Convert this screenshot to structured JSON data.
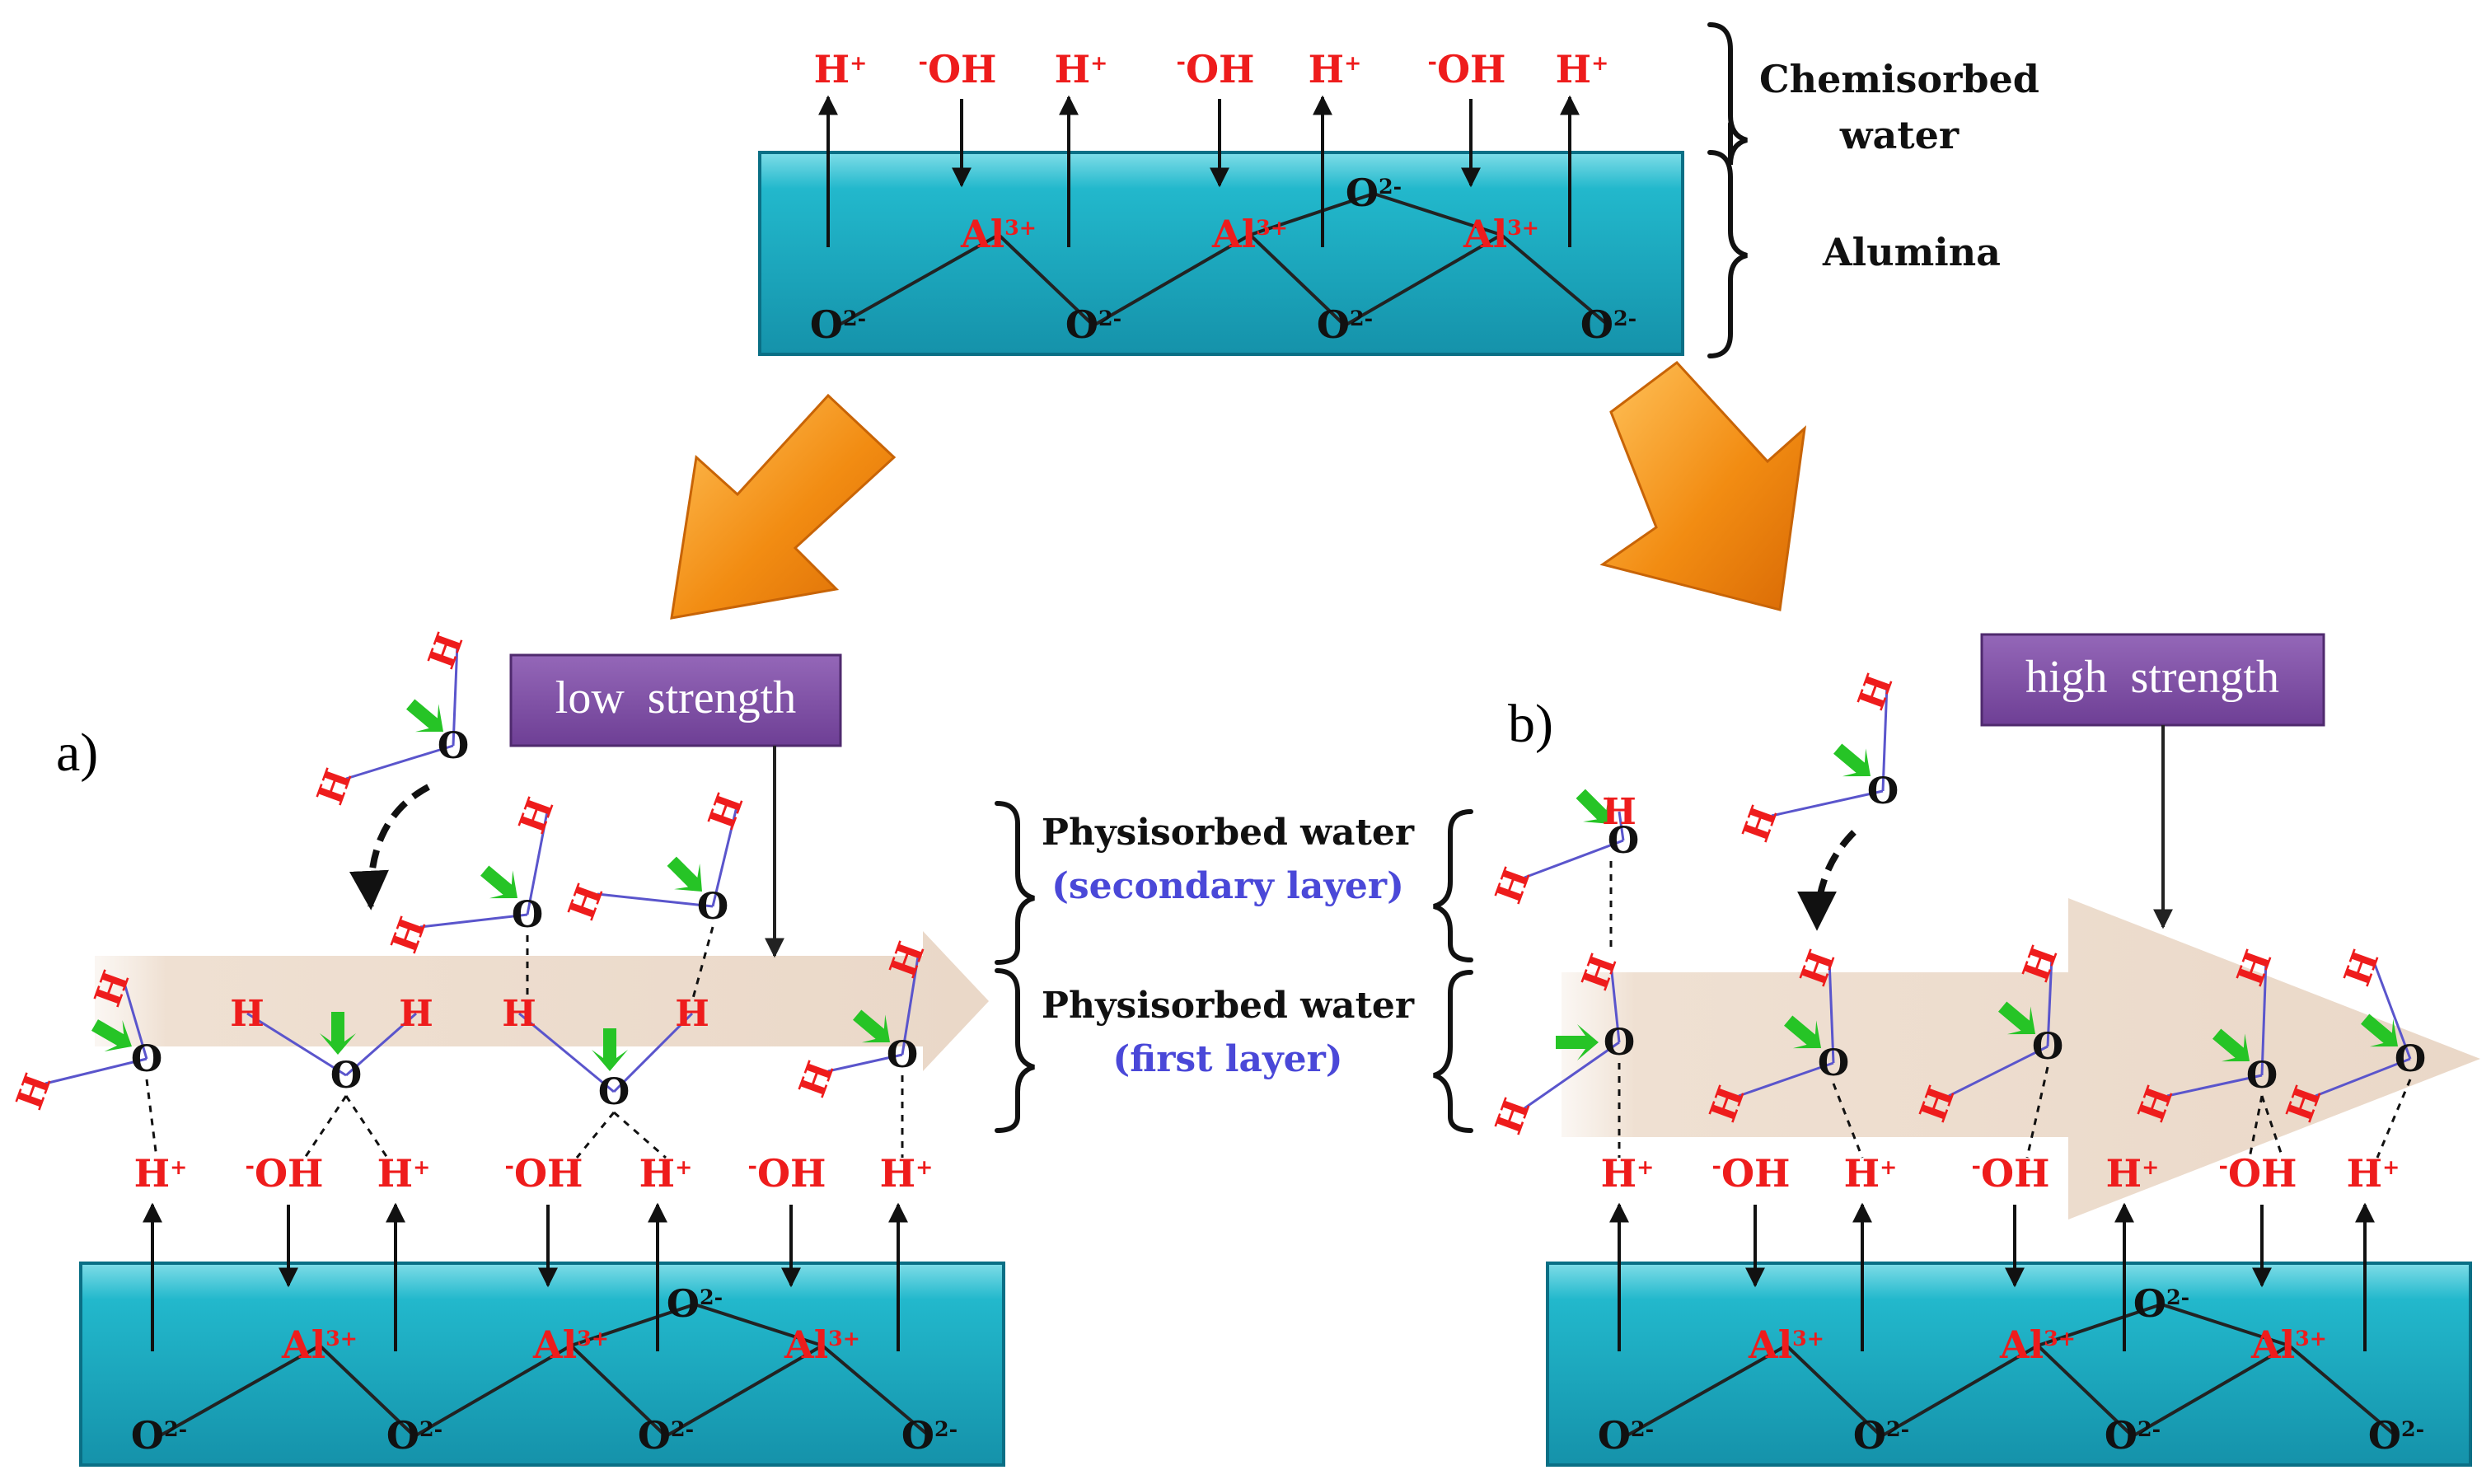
{
  "labels": {
    "chemisorbed": [
      "Chemisorbed",
      "water"
    ],
    "alumina": "Alumina",
    "physisorbed_secondary": [
      "Physisorbed water",
      "(secondary layer)"
    ],
    "physisorbed_first": [
      "Physisorbed water",
      "(first layer)"
    ],
    "low_strength": "low  strength",
    "high_strength": "high  strength",
    "panel_a": "a)",
    "panel_b": "b)"
  },
  "symbols": {
    "h_plus": "H+",
    "hydroxide": "-OH",
    "aluminum": "Al3+",
    "oxide": "O2-",
    "hydrogen": "H",
    "oxygen": "O"
  },
  "colors": {
    "alumina_fill": "#1db3c8",
    "alumina_edge": "#0a6f85",
    "ion_red": "#ee1c1c",
    "label_blue": "#4a48d8",
    "green_arrow": "#26c426",
    "orange_arrow": "#f08c10",
    "purple_box": "#7f4fa2",
    "bond_blue": "#5a55cc",
    "flow_band": "#efe2d6"
  }
}
